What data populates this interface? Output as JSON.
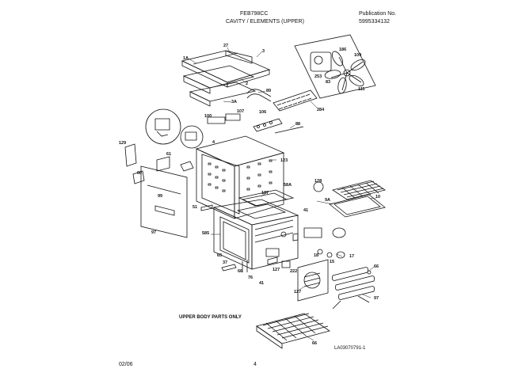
{
  "header": {
    "model": "FEB798CC",
    "section": "CAVITY / ELEMENTS (UPPER)",
    "publication_label": "Publication No.",
    "publication_number": "5995334132"
  },
  "notes": {
    "upper_body": "UPPER BODY PARTS ONLY",
    "drawing_id": "LA03070791-1"
  },
  "footer": {
    "date": "02/06",
    "page": "4"
  },
  "callouts": {
    "c1A": "1A",
    "c2": "2",
    "c3": "3",
    "c27": "27",
    "c3A": "3A",
    "c100": "100",
    "c106": "106",
    "c107": "107",
    "c89": "89",
    "c284": "284",
    "c88": "88",
    "c4": "4",
    "c123": "123",
    "c129": "129",
    "c61": "61",
    "c60": "60",
    "c99": "99",
    "c97": "97",
    "c51": "51",
    "c58A": "58A",
    "c187": "187",
    "c9A": "9A",
    "c10": "10",
    "c128": "128",
    "c41": "41",
    "c585": "585",
    "c63": "63",
    "c37": "37",
    "c66": "66",
    "c76": "76",
    "c127": "127",
    "c222": "222",
    "c15": "15",
    "c17": "17",
    "c18": "18",
    "c109": "109",
    "c83": "83",
    "c253": "253",
    "c111": "111",
    "c186": "186"
  }
}
